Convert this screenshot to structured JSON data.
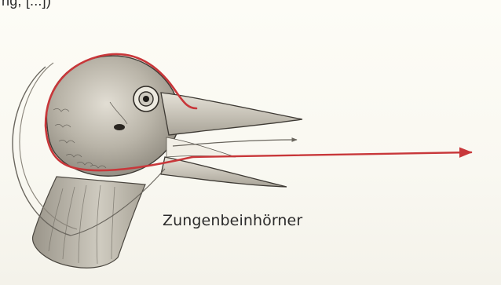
{
  "header_fragment": "ng, [...])",
  "diagram": {
    "label_hyoid_horns": "Zungenbeinhörner",
    "colors": {
      "hyoid_horn_line": "#c8373a",
      "ink": "#3a3a3a",
      "head_fill": "#bdb8ac",
      "beak_fill": "#d6d2c8",
      "paper": "#fbfaf4"
    },
    "icons": [
      "woodpecker-head-illustration",
      "tongue-arrow"
    ]
  }
}
